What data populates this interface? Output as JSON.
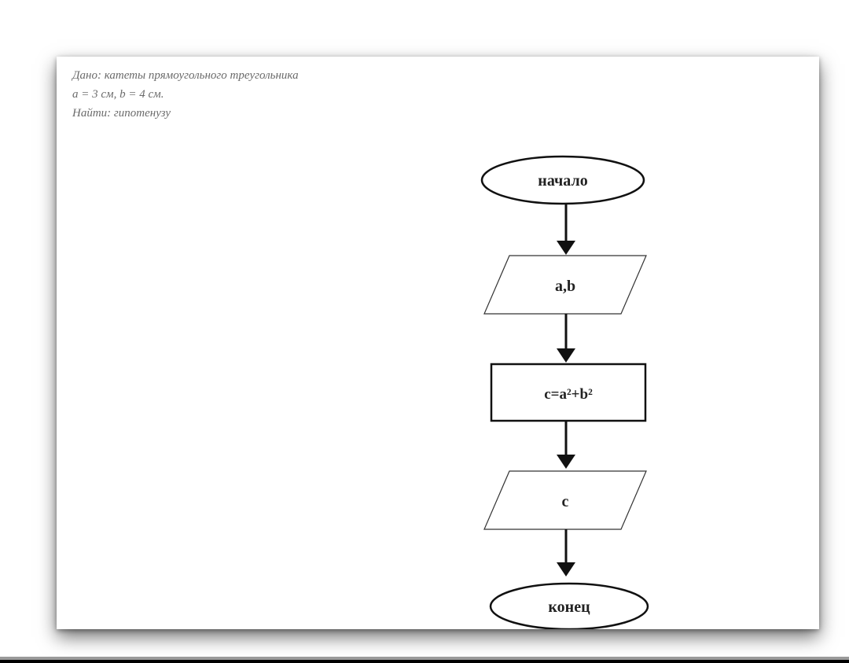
{
  "given": {
    "line1": "Дано: катеты прямоугольного треугольника",
    "line2": "a = 3 см, b = 4 см.",
    "line3": "Найти: гипотенузу"
  },
  "flowchart": {
    "start_label": "начало",
    "input_label": "a,b",
    "process_label": "c=a²+b²",
    "output_label": "c",
    "end_label": "конец"
  }
}
